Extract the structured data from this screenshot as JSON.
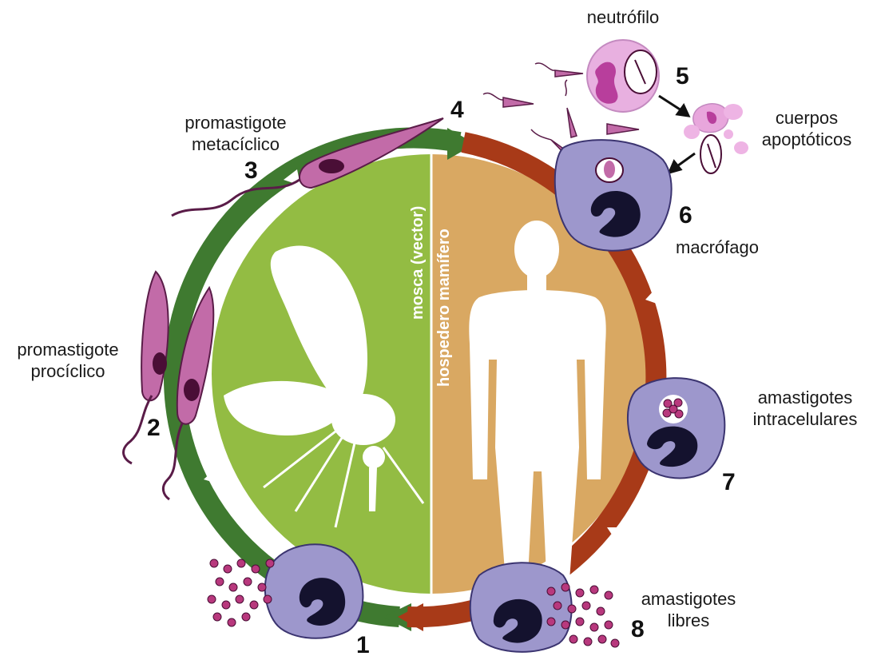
{
  "labels": {
    "neutrofilo": "neutrófilo",
    "promastigote_metaciclico": [
      "promastigote",
      "metacíclico"
    ],
    "cuerpos_apoptoticos": [
      "cuerpos",
      "apoptóticos"
    ],
    "macrofago": "macrófago",
    "promastigote_prociclico": [
      "promastigote",
      "procíclico"
    ],
    "amastigotes_intracelulares": [
      "amastigotes",
      "intracelulares"
    ],
    "amastigotes_libres": [
      "amastigotes",
      "libres"
    ]
  },
  "halves": {
    "vector": "mosca (vector)",
    "host": "hospedero mamífero"
  },
  "steps": [
    "1",
    "2",
    "3",
    "4",
    "5",
    "6",
    "7",
    "8"
  ],
  "colors": {
    "vector_fill": "#93bc43",
    "host_fill": "#d9a862",
    "vector_arrow": "#3f7a30",
    "host_arrow": "#a83a18",
    "macrophage": "#9d97cc",
    "nucleus": "#14122e",
    "promastigote": "#c26ba8",
    "neutrophil": "#e8b0e0"
  }
}
